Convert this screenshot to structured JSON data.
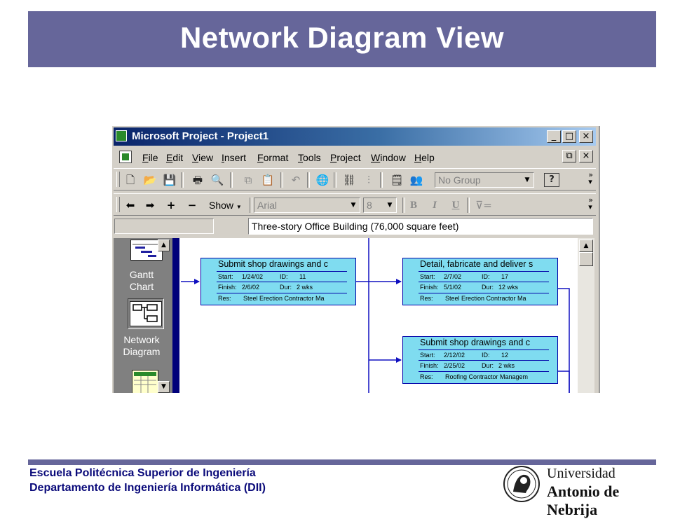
{
  "slide": {
    "title": "Network Diagram View",
    "footer_line1": "Escuela Politécnica Superior de Ingeniería",
    "footer_line2": "Departamento de Ingeniería Informática (DII)",
    "logo_line1": "Universidad",
    "logo_line2": "Antonio de Nebrija",
    "accent_color": "#66669a"
  },
  "window": {
    "title": "Microsoft Project - Project1",
    "controls": {
      "minimize": "_",
      "maximize": "□",
      "close": "×"
    },
    "doc_controls": {
      "restore": "⧉",
      "close": "×"
    }
  },
  "menu": [
    "File",
    "Edit",
    "View",
    "Insert",
    "Format",
    "Tools",
    "Project",
    "Window",
    "Help"
  ],
  "toolbar": {
    "group_value": "No Group",
    "show_label": "Show",
    "font_value": "Arial",
    "size_value": "8",
    "bold": "B",
    "italic": "I",
    "underline": "U",
    "help": "?"
  },
  "entry_bar": {
    "value": "Three-story Office Building (76,000 square feet)"
  },
  "view_bar": {
    "gantt_line1": "Gantt",
    "gantt_line2": "Chart",
    "network_line1": "Network",
    "network_line2": "Diagram"
  },
  "tasks": [
    {
      "name": "Submit shop drawings and c",
      "start_label": "Start:",
      "start": "1/24/02",
      "id_label": "ID:",
      "id": "11",
      "finish_label": "Finish:",
      "finish": "2/6/02",
      "dur_label": "Dur:",
      "dur": "2 wks",
      "res_label": "Res:",
      "res": "Steel Erection Contractor Ma"
    },
    {
      "name": "Detail, fabricate and deliver s",
      "start_label": "Start:",
      "start": "2/7/02",
      "id_label": "ID:",
      "id": "17",
      "finish_label": "Finish:",
      "finish": "5/1/02",
      "dur_label": "Dur:",
      "dur": "12 wks",
      "res_label": "Res:",
      "res": "Steel Erection Contractor Ma"
    },
    {
      "name": "Submit shop drawings and c",
      "start_label": "Start:",
      "start": "2/12/02",
      "id_label": "ID:",
      "id": "12",
      "finish_label": "Finish:",
      "finish": "2/25/02",
      "dur_label": "Dur:",
      "dur": "2 wks",
      "res_label": "Res:",
      "res": "Roofing Contractor Managem"
    }
  ],
  "icons": [
    "new-icon",
    "open-icon",
    "save-icon",
    "print-icon",
    "print-preview-icon",
    "copy-icon",
    "paste-icon",
    "undo-icon",
    "insert-hyperlink-icon",
    "link-tasks-icon",
    "split-task-icon",
    "task-notes-icon",
    "assign-resources-icon",
    "scroll-left-icon",
    "scroll-right-icon",
    "show-subtasks-icon",
    "hide-subtasks-icon",
    "filter-icon"
  ]
}
